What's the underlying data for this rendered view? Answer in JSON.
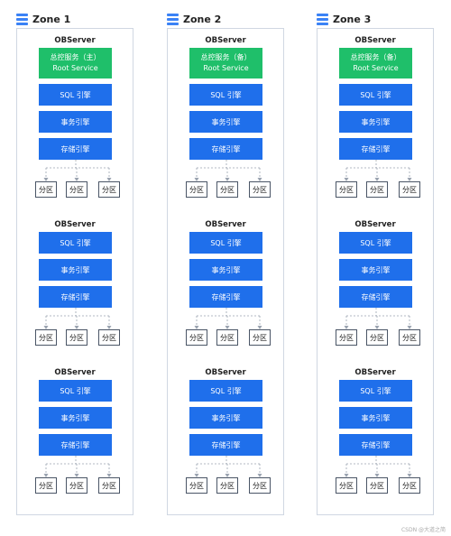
{
  "zones": [
    {
      "title": "Zone 1",
      "servers": [
        {
          "title": "OBServer",
          "root": {
            "line1": "总控服务（主）",
            "line2": "Root Service"
          },
          "blocks": [
            "SQL 引擎",
            "事务引擎",
            "存储引擎"
          ],
          "partitions": [
            "分区",
            "分区",
            "分区"
          ]
        },
        {
          "title": "OBServer",
          "blocks": [
            "SQL 引擎",
            "事务引擎",
            "存储引擎"
          ],
          "partitions": [
            "分区",
            "分区",
            "分区"
          ]
        },
        {
          "title": "OBServer",
          "blocks": [
            "SQL 引擎",
            "事务引擎",
            "存储引擎"
          ],
          "partitions": [
            "分区",
            "分区",
            "分区"
          ]
        }
      ]
    },
    {
      "title": "Zone 2",
      "servers": [
        {
          "title": "OBServer",
          "root": {
            "line1": "总控服务（备）",
            "line2": "Root Service"
          },
          "blocks": [
            "SQL 引擎",
            "事务引擎",
            "存储引擎"
          ],
          "partitions": [
            "分区",
            "分区",
            "分区"
          ]
        },
        {
          "title": "OBServer",
          "blocks": [
            "SQL 引擎",
            "事务引擎",
            "存储引擎"
          ],
          "partitions": [
            "分区",
            "分区",
            "分区"
          ]
        },
        {
          "title": "OBServer",
          "blocks": [
            "SQL 引擎",
            "事务引擎",
            "存储引擎"
          ],
          "partitions": [
            "分区",
            "分区",
            "分区"
          ]
        }
      ]
    },
    {
      "title": "Zone 3",
      "servers": [
        {
          "title": "OBServer",
          "root": {
            "line1": "总控服务（备）",
            "line2": "Root Service"
          },
          "blocks": [
            "SQL 引擎",
            "事务引擎",
            "存储引擎"
          ],
          "partitions": [
            "分区",
            "分区",
            "分区"
          ]
        },
        {
          "title": "OBServer",
          "blocks": [
            "SQL 引擎",
            "事务引擎",
            "存储引擎"
          ],
          "partitions": [
            "分区",
            "分区",
            "分区"
          ]
        },
        {
          "title": "OBServer",
          "blocks": [
            "SQL 引擎",
            "事务引擎",
            "存储引擎"
          ],
          "partitions": [
            "分区",
            "分区",
            "分区"
          ]
        }
      ]
    }
  ],
  "watermark": "CSDN @大道之简",
  "colors": {
    "engine": "#1f6feb",
    "root_service": "#1fbf6a",
    "zone_icon": "#3b82f6"
  },
  "icon": "database-stack-icon"
}
